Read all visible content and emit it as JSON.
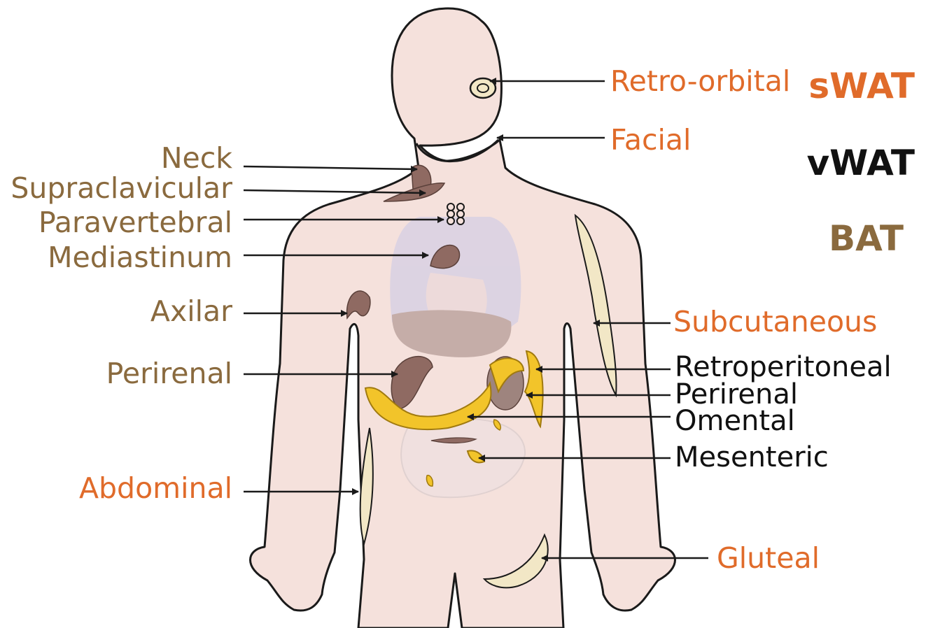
{
  "colors": {
    "swat": "#e06b2a",
    "vwat": "#111111",
    "bat": "#8a6a3e",
    "skin": "#f5e1dc",
    "outline": "#1a1a1a",
    "yellow_fat": "#f2c42a",
    "brown_fat": "#8f6a62",
    "subcut_fat": "#f2e7c6"
  },
  "legend": {
    "swat": "sWAT",
    "vwat": "vWAT",
    "bat": "BAT"
  },
  "labels_left": {
    "neck": "Neck",
    "supraclavicular": "Supraclavicular",
    "paravertebral": "Paravertebral",
    "mediastinum": "Mediastinum",
    "axilar": "Axilar",
    "perirenal": "Perirenal",
    "abdominal": "Abdominal"
  },
  "labels_right": {
    "retro_orbital": "Retro-orbital",
    "facial": "Facial",
    "subcutaneous": "Subcutaneous",
    "retroperitoneal": "Retroperitoneal",
    "perirenal": "Perirenal",
    "omental": "Omental",
    "mesenteric": "Mesenteric",
    "gluteal": "Gluteal"
  }
}
